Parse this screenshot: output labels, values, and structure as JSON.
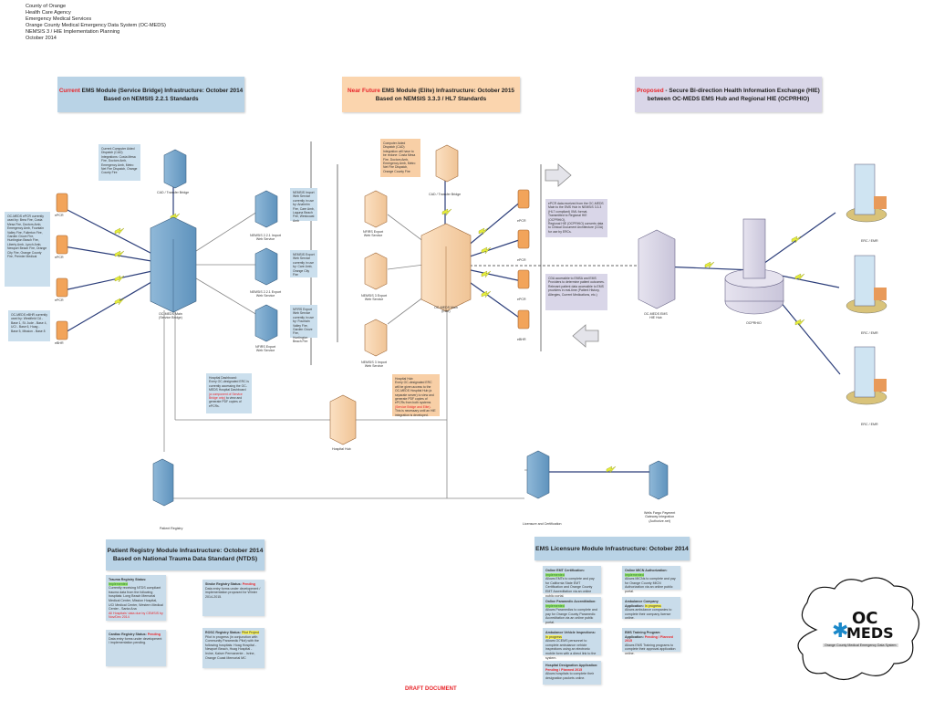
{
  "header": {
    "lines": [
      "County of Orange",
      "Health Care Agency",
      "Emergency Medical Services",
      "Orange County Medical Emergency Data System (OC-MEDS)",
      "NEMSIS 3 / HIE Implementation Planning",
      "October 2014"
    ]
  },
  "sections": {
    "current": {
      "highlight": "Current",
      "title": " EMS Module (Service Bridge) Infrastructure: October 2014",
      "subtitle": "Based on NEMSIS 2.2.1 Standards"
    },
    "near_future": {
      "highlight": "Near Future",
      "title": " EMS Module (Elite) Infrastructure: October 2015",
      "subtitle": "Based on NEMSIS 3.3.3 / HL7 Standards"
    },
    "proposed": {
      "highlight": "Proposed",
      "title": " - Secure Bi-direction Health Information Exchange (HIE)",
      "subtitle": "between OC-MEDS EMS Hub and Regional HIE (OCPRHIO)"
    },
    "patient_registry": {
      "title": "Patient Registry Module  Infrastructure: October 2014",
      "subtitle": "Based on National Trauma Data Standard (NTDS)"
    },
    "licensure": {
      "title": "EMS Licensure Module  Infrastructure: October 2014"
    }
  },
  "current_notes": {
    "cad": "Current Computer Aided Dispatch (CAD) Integrations: Costa Mesa Fire, Doctors Amb, Emergency Amb, Metro Net Fire Dispatch, Orange County Fire",
    "epcr_users": "OC-MEDS ePCR currently used by: Brea Fire, Costa Mesa Fire, Doctors Amb, Emergency Amb, Fountain Valley Fire, Fullerton Fire, Garden Grove Fire, Huntington Beach Fire, Liberty Amb, Lynch Amb, Newport Beach Fire, Orange City Fire, Orange County Fire, Premier Medical",
    "ebhr_users": "OC-MEDS eBHR currently used by: Westfield CA - Base 1, St. Jude - Base 4, UCI - Base 6, Hoag - Base 5, Mission - Base 8",
    "import_ws": "NEMSIS Import Web Service currently in use by: Anaheim Fire, Care Amb, Laguna Beach Fire, Westcoast Amb",
    "export_ws": "NEMSIS Export Web Service currently in use by: Care Amb, Orange City Fire",
    "nfirs_ws": "NFIRS Export Web Service currently in use by: Fountain Valley Fire, Garden Grove Fire, Huntington Beach Fire",
    "hospital_dashboard_title": "Hospital Dashboard:",
    "hospital_dashboard": "Every OC-designated ERC is currently accessing the OC-MEDS Hospital Dashboard ",
    "hospital_dashboard_red": "(a component of Service Bridge only)",
    "hospital_dashboard_tail": " to view and generate PDF copies of ePCRs."
  },
  "future_notes": {
    "cad": "Computer Aided Dispatch (CAD) Integration will have to be redone: Costa Mesa Fire, Doctors Amb, Emergency Amb, Metro Net Fire Dispatch, Orange County Fire",
    "hospital_hub_title": "Hospital Hub:",
    "hospital_hub": "Every OC-designated ERC will be given access to the OC-MEDS Hospital Hub (a separate server) to view and generate PDF copies of ePCRs from both systems ",
    "hospital_hub_red": "(Service Bridge and Elite)",
    "hospital_hub_tail": ". This is necessary until an HIE integration is developed."
  },
  "hie_notes": {
    "top": [
      "ePCR data received from the OC-MEDS Main to the EMS Hub in NEMSIS 3.3.3 (HL7 compliant) XML format.",
      "Transmitted to Regional HIE (OCPRHIO).",
      "Regional HIE (OCPRHIO) converts data to Clinical Document Architecture (CDA) for use by ERCs."
    ],
    "bottom": [
      "CDA accessible to EMSA and EMS Providers to determine patient outcomes.",
      "Relevant patient data accessible to EMS providers in real-time (Patient History, Allergies, Current Medications, etc.)"
    ]
  },
  "labels": {
    "cad_bridge": "CAD / Transfer Bridge",
    "oc_meds_main_sb": [
      "OC-MEDS Main",
      "(Service Bridge)"
    ],
    "oc_meds_main_elite": [
      "OC-MEDS Main",
      "(Elite)"
    ],
    "import_221": [
      "NEMSIS 2.2.1 Import",
      "Web Service"
    ],
    "export_221": [
      "NEMSIS 2.2.1 Export",
      "Web Service"
    ],
    "nfirs_export": [
      "NFIRS Export",
      "Web Service"
    ],
    "nfirs_export_f": [
      "NFIRS Export",
      "Web Service"
    ],
    "export_3": [
      "NEMSIS 3 Export",
      "Web Service"
    ],
    "import_3": [
      "NEMSIS 3 Import",
      "Web Service"
    ],
    "epcr": "ePCR",
    "ebhr": "eBHR",
    "hospital_hub": "Hospital Hub",
    "hie_hub": [
      "OC-MEDS EMS",
      "HIE Hub"
    ],
    "ocprhio": "OCPRHIO",
    "erc": "ERC / EMR",
    "patient_registry": "Patient Registry",
    "licensure": "Licensure and Certification",
    "wells_fargo": [
      "Wells Fargo Payment",
      "Gateway Integration",
      "(Authorize.net)"
    ]
  },
  "patient_registry_modules": [
    {
      "title": "Trauma Registry Status: ",
      "status": "Implemented",
      "status_type": "green",
      "body": "Currently receiving NTDS compliant trauma data from the following hospitals: Long Beach Memorial Medical Center, Mission Hospital, UCI Medical Center, Western Medical Center - Santa Ana",
      "note": "All Hospitals' data due by CEMSIS by Nov/Dec 2014"
    },
    {
      "title": "Stroke Registry Status: ",
      "status": "Pending",
      "status_type": "red",
      "body": "Data entry forms under development / implementation proposed for Winter 2014-2015.",
      "note": ""
    },
    {
      "title": "Cardiac Registry Status: ",
      "status": "Pending",
      "status_type": "red",
      "body": "Data entry forms under development / implementation pending.",
      "note": ""
    },
    {
      "title": "ROSC Registry Status: ",
      "status": "Pilot Project",
      "status_type": "yellow",
      "body": "Pilot in progress (in conjunction with Community Paramedic Pilot) with the following hospitals: Hoag Hospital - Newport Beach, Hoag Hospital - Irvine, Kaiser Permanente - Irvine, Orange Coast Memorial MC",
      "note": ""
    }
  ],
  "licensure_modules": [
    {
      "title": "Online EMT Certification: ",
      "status": "Implemented",
      "status_type": "green",
      "body": "Allows EMTs to complete and pay for California State EMT Certification and Orange County EMT Accreditation via an online public portal."
    },
    {
      "title": "Online MICN Authorization: ",
      "status": "Implemented",
      "status_type": "green",
      "body": "Allows MICNs to complete and pay for Orange County MICN Authorization via an online public portal."
    },
    {
      "title": "Online Paramedic Accreditation: ",
      "status": "Implemented",
      "status_type": "green",
      "body": "Allows Paramedics to complete and pay for Orange County Paramedic Accreditation via an online public portal."
    },
    {
      "title": "Ambulance Company Application: ",
      "status": "In progress",
      "status_type": "yellow",
      "body": "Allows ambulance companies to complete their company license online."
    },
    {
      "title": "Ambulance Vehicle Inspections: ",
      "status": "In progress",
      "status_type": "yellow",
      "body": "Allows OCEMS personnel to complete ambulance vehicle inspections using an electronic mobile form with a direct link to the system."
    },
    {
      "title": "EMS Training Program Application: ",
      "status": "Pending / Planned 2015",
      "status_type": "red",
      "body": "Allows EMS Training programs to complete their approval application online."
    },
    {
      "title": "Hospital Designation Application: ",
      "status": "Pending / Planned 2015",
      "status_type": "red",
      "body": "Allows hospitals to complete their designation packets online."
    }
  ],
  "logo": {
    "line1": "OC",
    "line2": "MEDS",
    "tagline": "Orange County Medical Emergency Data System"
  },
  "footer": {
    "draft": "DRAFT DOCUMENT"
  },
  "colors": {
    "accent_red": "#e8252a",
    "blue_box": "#b9d3e6",
    "orange_box": "#fbd5ae",
    "purple_box": "#d9d6e8",
    "link_line": "#2c3e7a",
    "lightning": "#e6ee3a"
  }
}
